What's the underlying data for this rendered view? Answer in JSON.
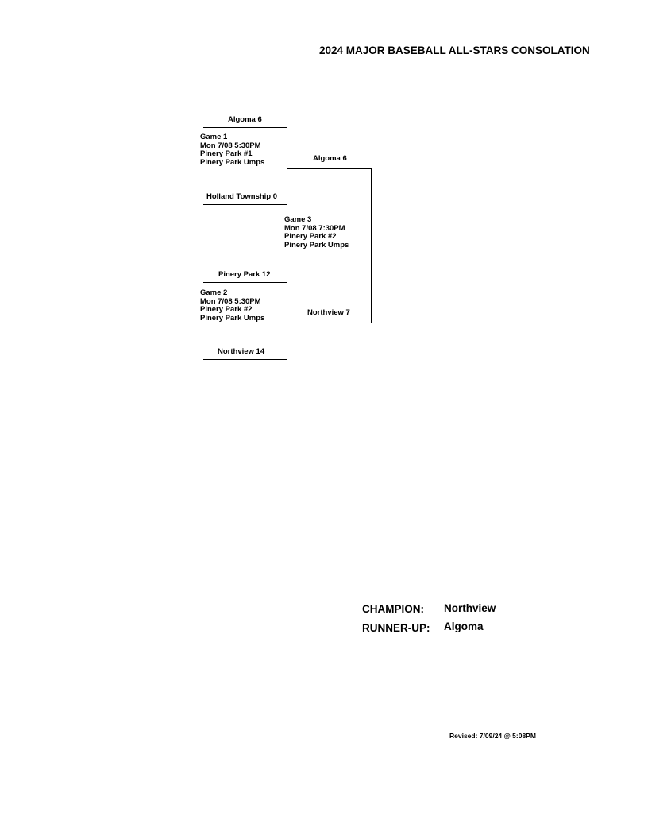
{
  "title": "2024 MAJOR BASEBALL ALL-STARS CONSOLATION",
  "game1": {
    "top_team": "Algoma  6",
    "bottom_team": "Holland Township  0",
    "lines": [
      "Game 1",
      "Mon  7/08  5:30PM",
      "Pinery Park #1",
      "Pinery Park Umps"
    ]
  },
  "game2": {
    "top_team": "Pinery Park  12",
    "bottom_team": "Northview  14",
    "lines": [
      "Game 2",
      "Mon  7/08  5:30PM",
      "Pinery Park #2",
      "Pinery Park Umps"
    ]
  },
  "game3": {
    "top_team": "Algoma  6",
    "bottom_team": "Northview  7",
    "lines": [
      "Game 3",
      "Mon  7/08  7:30PM",
      "Pinery Park #2",
      "Pinery Park Umps"
    ]
  },
  "results": {
    "champion_label": "CHAMPION:",
    "champion": "Northview",
    "runner_up_label": "RUNNER-UP:",
    "runner_up": "Algoma"
  },
  "revised": "Revised:  7/09/24 @  5:08PM"
}
